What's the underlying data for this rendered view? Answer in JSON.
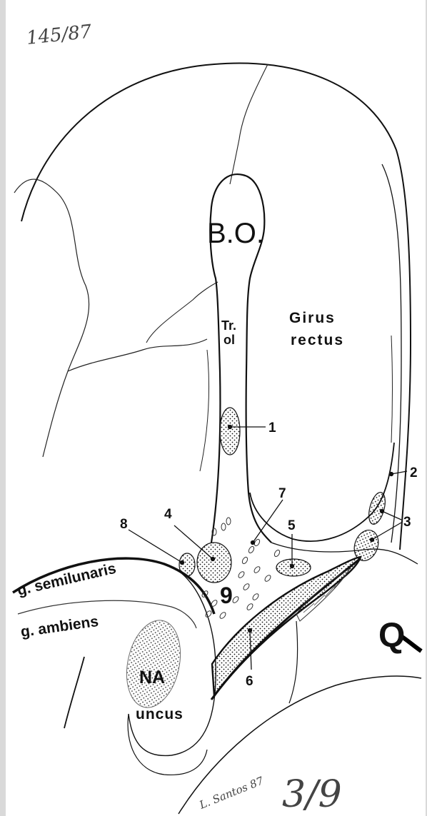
{
  "labels": {
    "bulbus": "B.O.",
    "tract_1": "Tr.",
    "tract_2": "ol",
    "girus_1": "Girus",
    "girus_2": "rectus",
    "semilunaris": "g. semilunaris",
    "ambiens": "g. ambiens",
    "na": "NA",
    "uncus": "uncus",
    "q": "Q"
  },
  "numbers": {
    "n1": "1",
    "n2": "2",
    "n3": "3",
    "n4": "4",
    "n5": "5",
    "n6": "6",
    "n7": "7",
    "n8": "8",
    "n9": "9"
  },
  "annotations": {
    "ref_top": "145/87",
    "ref_bottom": "3/9",
    "signature": "L. Santos 87"
  }
}
